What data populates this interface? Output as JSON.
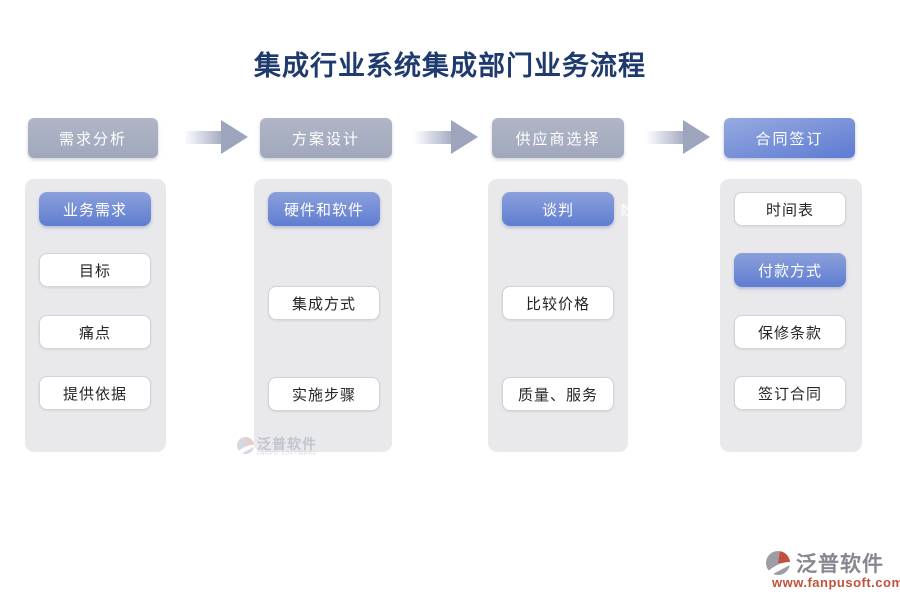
{
  "title": "集成行业系统集成部门业务流程",
  "stages": [
    {
      "header": "需求分析",
      "header_highlight": false,
      "items": [
        {
          "label": "业务需求",
          "highlight": true
        },
        {
          "label": "目标",
          "highlight": false
        },
        {
          "label": "痛点",
          "highlight": false
        },
        {
          "label": "提供依据",
          "highlight": false
        }
      ]
    },
    {
      "header": "方案设计",
      "header_highlight": false,
      "items": [
        {
          "label": "硬件和软件",
          "highlight": true
        },
        {
          "label": "集成方式",
          "highlight": false
        },
        {
          "label": "实施步骤",
          "highlight": false
        }
      ]
    },
    {
      "header": "供应商选择",
      "header_highlight": false,
      "items": [
        {
          "label": "谈判",
          "highlight": true
        },
        {
          "label": "比较价格",
          "highlight": false
        },
        {
          "label": "质量、服务",
          "highlight": false
        }
      ]
    },
    {
      "header": "合同签订",
      "header_highlight": true,
      "items": [
        {
          "label": "时间表",
          "highlight": false
        },
        {
          "label": "付款方式",
          "highlight": true
        },
        {
          "label": "保修条款",
          "highlight": false
        },
        {
          "label": "签订合同",
          "highlight": false
        }
      ]
    }
  ],
  "stray_text": "数",
  "watermark_inline": {
    "brand": "泛普软件",
    "caption": "FANPU SOFTWARE"
  },
  "brand_footer": {
    "brand": "泛普软件",
    "website": "www.fanpusoft.com"
  },
  "colors": {
    "title_navy": "#1f3a6e",
    "stage_gray": "#a6adc1",
    "accent_blue": "#5f7dd1",
    "panel_gray": "#e9e9eb",
    "brand_gray": "#87878f",
    "brand_red": "#c1513c"
  }
}
